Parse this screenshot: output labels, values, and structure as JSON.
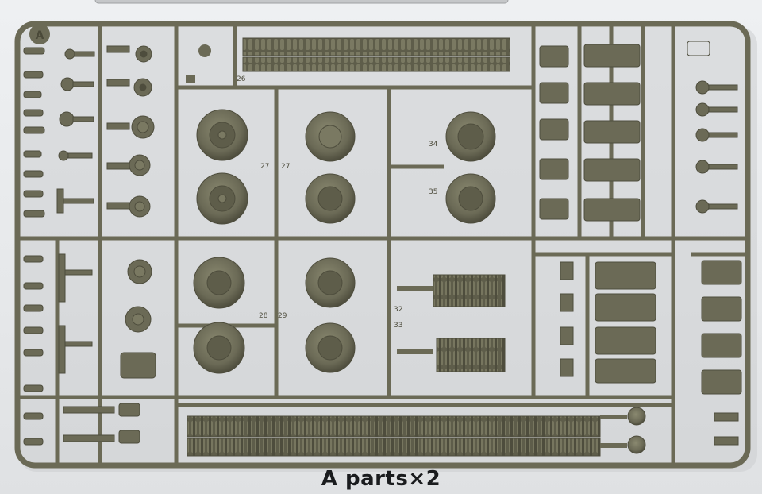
{
  "caption": "A parts×2",
  "sprue_letter": "A",
  "part_numbers": [
    "26",
    "27",
    "27",
    "28",
    "29",
    "32",
    "33",
    "34",
    "35"
  ],
  "colors": {
    "background": "#e8eaec",
    "plastic": "#6b6a56",
    "plastic_dark": "#4e4d3d",
    "plastic_light": "#8a8970",
    "caption_text": "#1a1c1e"
  }
}
